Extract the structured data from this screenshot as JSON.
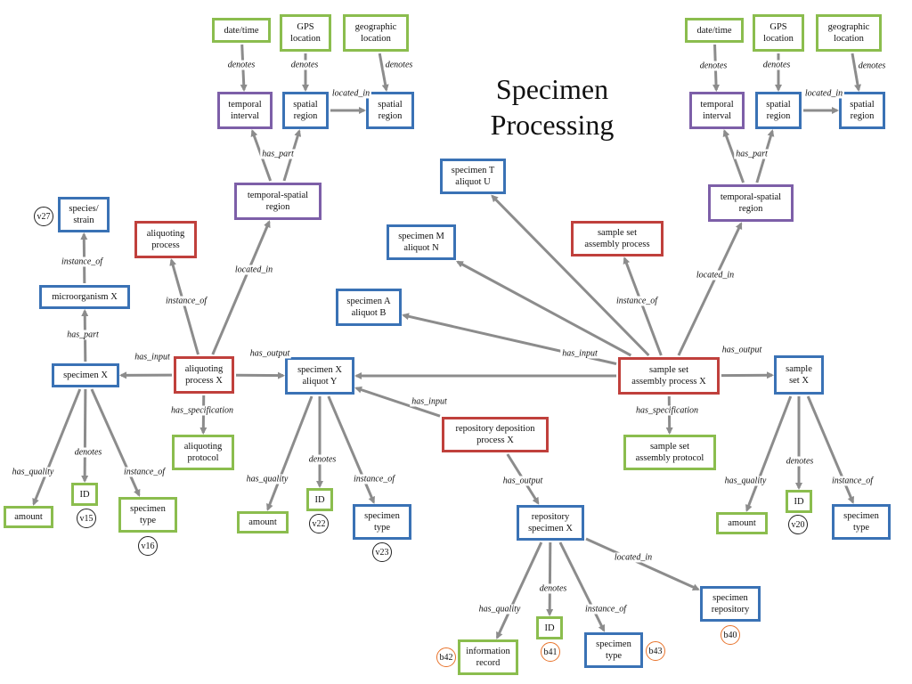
{
  "title": "Specimen\nProcessing",
  "colors": {
    "information": "#8bbd4e",
    "process": "#c0403c",
    "spatiotemporal": "#7d5fa8",
    "object": "#3a72b5",
    "edge": "#8c8c8c",
    "badge_orange": "#e8722a"
  },
  "nodes": [
    {
      "id": "date_time_l",
      "label": "date/time",
      "kind": "green"
    },
    {
      "id": "gps_l",
      "label": "GPS\nlocation",
      "kind": "green"
    },
    {
      "id": "geo_l",
      "label": "geographic\nlocation",
      "kind": "green"
    },
    {
      "id": "temporal_l",
      "label": "temporal\ninterval",
      "kind": "purple"
    },
    {
      "id": "spatial1_l",
      "label": "spatial\nregion",
      "kind": "blue"
    },
    {
      "id": "spatial2_l",
      "label": "spatial\nregion",
      "kind": "blue"
    },
    {
      "id": "tsr_l",
      "label": "temporal-spatial\nregion",
      "kind": "purple"
    },
    {
      "id": "aliq_proc",
      "label": "aliquoting\nprocess",
      "kind": "red"
    },
    {
      "id": "species",
      "label": "species/\nstrain",
      "kind": "blue"
    },
    {
      "id": "micro",
      "label": "microorganism X",
      "kind": "blue"
    },
    {
      "id": "specX",
      "label": "specimen X",
      "kind": "blue"
    },
    {
      "id": "aliqX",
      "label": "aliquoting\nprocess X",
      "kind": "red"
    },
    {
      "id": "aliq_prot",
      "label": "aliquoting\nprotocol",
      "kind": "green"
    },
    {
      "id": "specXY",
      "label": "specimen X\naliquot Y",
      "kind": "blue"
    },
    {
      "id": "amount1",
      "label": "amount",
      "kind": "green"
    },
    {
      "id": "id1",
      "label": "ID",
      "kind": "green"
    },
    {
      "id": "stype1",
      "label": "specimen\ntype",
      "kind": "green"
    },
    {
      "id": "amount2",
      "label": "amount",
      "kind": "green"
    },
    {
      "id": "id2",
      "label": "ID",
      "kind": "green"
    },
    {
      "id": "stype2",
      "label": "specimen\ntype",
      "kind": "blue"
    },
    {
      "id": "specTU",
      "label": "specimen T\naliquot U",
      "kind": "blue"
    },
    {
      "id": "specMN",
      "label": "specimen M\naliquot N",
      "kind": "blue"
    },
    {
      "id": "specAB",
      "label": "specimen A\naliquot B",
      "kind": "blue"
    },
    {
      "id": "ssap",
      "label": "sample set\nassembly process",
      "kind": "red"
    },
    {
      "id": "ssapX",
      "label": "sample set\nassembly process X",
      "kind": "red"
    },
    {
      "id": "ssaprot",
      "label": "sample set\nassembly protocol",
      "kind": "green"
    },
    {
      "id": "setX",
      "label": "sample\nset X",
      "kind": "blue"
    },
    {
      "id": "repdep",
      "label": "repository deposition\nprocess X",
      "kind": "red"
    },
    {
      "id": "repspec",
      "label": "repository\nspecimen X",
      "kind": "blue"
    },
    {
      "id": "info",
      "label": "information\nrecord",
      "kind": "green"
    },
    {
      "id": "id3",
      "label": "ID",
      "kind": "green"
    },
    {
      "id": "stype3",
      "label": "specimen\ntype",
      "kind": "blue"
    },
    {
      "id": "specrepo",
      "label": "specimen\nrepository",
      "kind": "blue"
    },
    {
      "id": "amount4",
      "label": "amount",
      "kind": "green"
    },
    {
      "id": "id4",
      "label": "ID",
      "kind": "green"
    },
    {
      "id": "stype4",
      "label": "specimen\ntype",
      "kind": "blue"
    },
    {
      "id": "date_time_r",
      "label": "date/time",
      "kind": "green"
    },
    {
      "id": "gps_r",
      "label": "GPS\nlocation",
      "kind": "green"
    },
    {
      "id": "geo_r",
      "label": "geographic\nlocation",
      "kind": "green"
    },
    {
      "id": "temporal_r",
      "label": "temporal\ninterval",
      "kind": "purple"
    },
    {
      "id": "spatial1_r",
      "label": "spatial\nregion",
      "kind": "blue"
    },
    {
      "id": "spatial2_r",
      "label": "spatial\nregion",
      "kind": "blue"
    },
    {
      "id": "tsr_r",
      "label": "temporal-spatial\nregion",
      "kind": "purple"
    }
  ],
  "edges": [
    {
      "from": "date_time_l",
      "to": "temporal_l",
      "label": "denotes"
    },
    {
      "from": "gps_l",
      "to": "spatial1_l",
      "label": "denotes"
    },
    {
      "from": "geo_l",
      "to": "spatial2_l",
      "label": "denotes"
    },
    {
      "from": "spatial1_l",
      "to": "spatial2_l",
      "label": "located_in"
    },
    {
      "from": "tsr_l",
      "to": "temporal_l",
      "label": ""
    },
    {
      "from": "tsr_l",
      "to": "spatial1_l",
      "label": "has_part"
    },
    {
      "from": "aliqX",
      "to": "tsr_l",
      "label": "located_in"
    },
    {
      "from": "aliqX",
      "to": "aliq_proc",
      "label": "instance_of"
    },
    {
      "from": "micro",
      "to": "species",
      "label": "instance_of"
    },
    {
      "from": "specX",
      "to": "micro",
      "label": "has_part"
    },
    {
      "from": "aliqX",
      "to": "specX",
      "label": "has_input"
    },
    {
      "from": "aliqX",
      "to": "specXY",
      "label": "has_output"
    },
    {
      "from": "aliqX",
      "to": "aliq_prot",
      "label": "has_specification"
    },
    {
      "from": "specX",
      "to": "amount1",
      "label": "has_quality"
    },
    {
      "from": "specX",
      "to": "id1",
      "label": "denotes"
    },
    {
      "from": "specX",
      "to": "stype1",
      "label": "instance_of"
    },
    {
      "from": "specXY",
      "to": "amount2",
      "label": "has_quality"
    },
    {
      "from": "specXY",
      "to": "id2",
      "label": "denotes"
    },
    {
      "from": "specXY",
      "to": "stype2",
      "label": "instance_of"
    },
    {
      "from": "ssapX",
      "to": "specTU",
      "label": ""
    },
    {
      "from": "ssapX",
      "to": "specMN",
      "label": ""
    },
    {
      "from": "ssapX",
      "to": "specAB",
      "label": "has_input"
    },
    {
      "from": "ssapX",
      "to": "specXY",
      "label": ""
    },
    {
      "from": "ssapX",
      "to": "ssap",
      "label": "instance_of"
    },
    {
      "from": "ssapX",
      "to": "tsr_r",
      "label": "located_in"
    },
    {
      "from": "ssapX",
      "to": "ssaprot",
      "label": "has_specification"
    },
    {
      "from": "ssapX",
      "to": "setX",
      "label": "has_output"
    },
    {
      "from": "repdep",
      "to": "specXY",
      "label": "has_input"
    },
    {
      "from": "repdep",
      "to": "repspec",
      "label": "has_output"
    },
    {
      "from": "repspec",
      "to": "info",
      "label": "has_quality"
    },
    {
      "from": "repspec",
      "to": "id3",
      "label": "denotes"
    },
    {
      "from": "repspec",
      "to": "stype3",
      "label": "instance_of"
    },
    {
      "from": "repspec",
      "to": "specrepo",
      "label": "located_in"
    },
    {
      "from": "setX",
      "to": "amount4",
      "label": "has_quality"
    },
    {
      "from": "setX",
      "to": "id4",
      "label": "denotes"
    },
    {
      "from": "setX",
      "to": "stype4",
      "label": "instance_of"
    },
    {
      "from": "date_time_r",
      "to": "temporal_r",
      "label": "denotes"
    },
    {
      "from": "gps_r",
      "to": "spatial1_r",
      "label": "denotes"
    },
    {
      "from": "geo_r",
      "to": "spatial2_r",
      "label": "denotes"
    },
    {
      "from": "spatial1_r",
      "to": "spatial2_r",
      "label": "located_in"
    },
    {
      "from": "tsr_r",
      "to": "temporal_r",
      "label": ""
    },
    {
      "from": "tsr_r",
      "to": "spatial1_r",
      "label": "has_part"
    }
  ],
  "badges": [
    {
      "label": "v27",
      "style": "black"
    },
    {
      "label": "v15",
      "style": "black"
    },
    {
      "label": "v16",
      "style": "black"
    },
    {
      "label": "v22",
      "style": "black"
    },
    {
      "label": "v23",
      "style": "black"
    },
    {
      "label": "v20",
      "style": "black"
    },
    {
      "label": "b40",
      "style": "orange"
    },
    {
      "label": "b41",
      "style": "orange"
    },
    {
      "label": "b42",
      "style": "orange"
    },
    {
      "label": "b43",
      "style": "orange"
    }
  ]
}
